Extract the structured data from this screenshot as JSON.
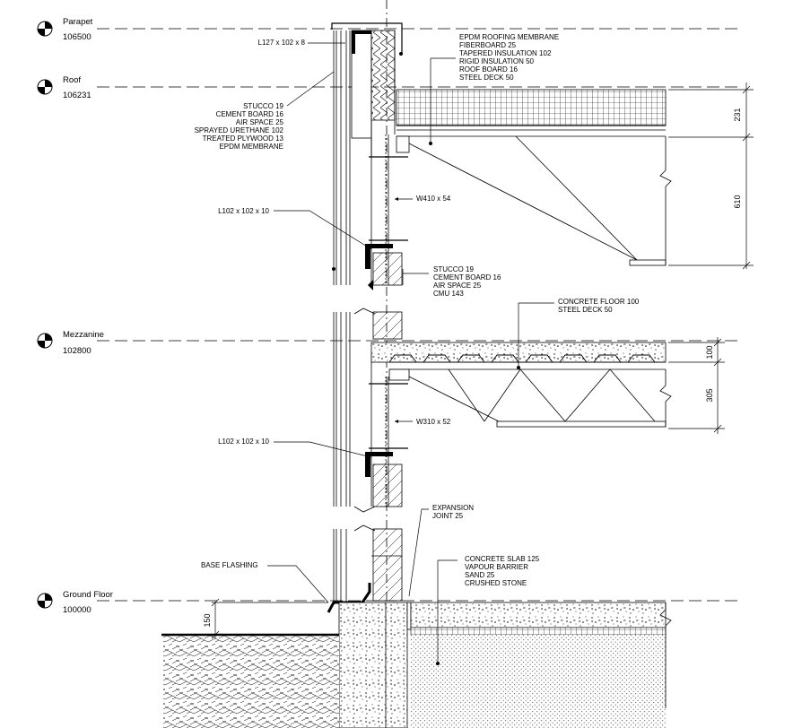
{
  "levels": [
    {
      "name": "Parapet",
      "elevation": "106500"
    },
    {
      "name": "Roof",
      "elevation": "106231"
    },
    {
      "name": "Mezzanine",
      "elevation": "102800"
    },
    {
      "name": "Ground Floor",
      "elevation": "100000"
    }
  ],
  "annotations": {
    "parapet_angle": "L127 x 102 x 8",
    "roof_assembly": [
      "EPDM ROOFING MEMBRANE",
      "FIBERBOARD 25",
      "TAPERED INSULATION 102",
      "RIGID INSULATION 50",
      "ROOF BOARD 16",
      "STEEL DECK 50"
    ],
    "parapet_wall": [
      "STUCCO 19",
      "CEMENT BOARD 16",
      "AIR SPACE 25",
      "SPRAYED URETHANE 102",
      "TREATED PLYWOOD 13",
      "EPDM MEMBRANE"
    ],
    "roof_beam": "W410 x 54",
    "upper_angle": "L102 x 102 x 10",
    "wall_assembly": [
      "STUCCO 19",
      "CEMENT BOARD 16",
      "AIR SPACE 25",
      "CMU 143"
    ],
    "mezz_floor": [
      "CONCRETE FLOOR 100",
      "STEEL DECK 50"
    ],
    "mezz_beam": "W310 x 52",
    "lower_angle": "L102 x 102 x 10",
    "expansion_joint": [
      "EXPANSION",
      "JOINT 25"
    ],
    "base_flashing": "BASE FLASHING",
    "slab_assembly": [
      "CONCRETE SLAB 125",
      "VAPOUR BARRIER",
      "SAND 25",
      "CRUSHED STONE"
    ]
  },
  "dimensions": {
    "roof_deck": "231",
    "roof_joist": "610",
    "mezz_floor": "100",
    "mezz_joist": "305",
    "grade": "150"
  }
}
